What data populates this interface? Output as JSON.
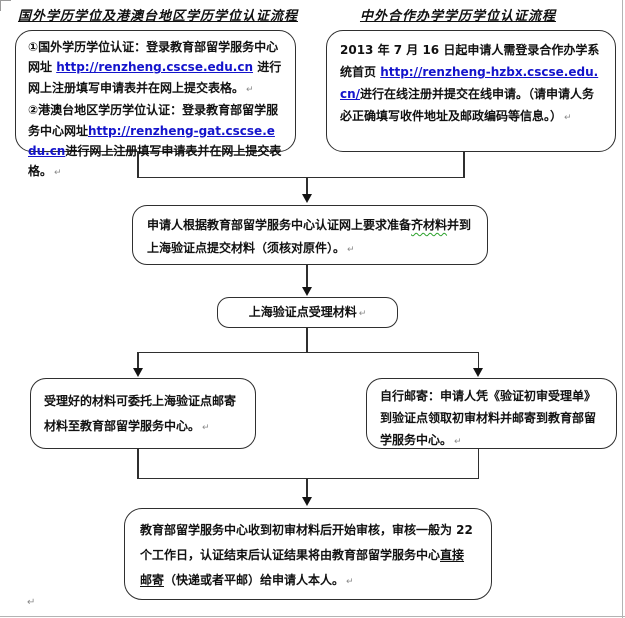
{
  "page": {
    "background": "#ffffff",
    "line_color": "#2f2f2f",
    "link_color": "#1414cc",
    "squiggle_color": "#2ba12b",
    "edge_color": "#b3b3b3",
    "paragraph_mark": "↵"
  },
  "titles": {
    "left": "国外学历学位及港澳台地区学历学位认证流程",
    "right": "中外合作办学学历学位认证流程"
  },
  "boxes": {
    "overseas": {
      "segments": [
        {
          "text": "①国外学历学位认证：登录教育部留学服务中心网址 ",
          "style": "plain"
        },
        {
          "text": "http://renzheng.cscse.edu.cn",
          "style": "link"
        },
        {
          "text": " 进行网上注册填写申请表并在网上提交表格。",
          "style": "plain"
        },
        {
          "text": "↵",
          "style": "pmark"
        },
        {
          "text": "",
          "style": "break"
        },
        {
          "text": "②港澳台地区学历学位认证：登录教育部留学服务中心网址",
          "style": "plain"
        },
        {
          "text": "http://renzheng-gat.cscse.edu.cn",
          "style": "link"
        },
        {
          "text": "进行网上注册填写申请表并在网上提交表格。",
          "style": "plain"
        },
        {
          "text": "↵",
          "style": "pmark"
        }
      ]
    },
    "joint": {
      "segments": [
        {
          "text": "2013 年 7 月 16 日起申请人需登录合作办学系统首页 ",
          "style": "plain"
        },
        {
          "text": "http://renzheng-hzbx.cscse.edu.cn/",
          "style": "link"
        },
        {
          "text": "进行在线注册并提交在线申请。（请申请人务必正确填写收件地址及邮政编码等信息。）",
          "style": "plain"
        },
        {
          "text": "↵",
          "style": "pmark"
        }
      ]
    },
    "prepare": {
      "segments": [
        {
          "text": "申请人根据教育部留学服务中心认证网上要求准备",
          "style": "plain"
        },
        {
          "text": "齐材料",
          "style": "squiggle"
        },
        {
          "text": "并到上海验证点提交材料（须核对原件）。",
          "style": "plain"
        },
        {
          "text": "↵",
          "style": "pmark"
        }
      ]
    },
    "accept": {
      "segments": [
        {
          "text": "上海验证点受理材料",
          "style": "plain"
        },
        {
          "text": "↵",
          "style": "pmark"
        }
      ]
    },
    "entrust": {
      "segments": [
        {
          "text": "受理好的材料可委托上海验证点邮寄材料至教育部留学服务中心。",
          "style": "plain"
        },
        {
          "text": "↵",
          "style": "pmark"
        }
      ]
    },
    "self_mail": {
      "segments": [
        {
          "text": "自行邮寄：申请人凭《验证初审受理单》到验证点领取初审材料并邮寄到教育部留学服务中心。",
          "style": "plain"
        },
        {
          "text": "↵",
          "style": "pmark"
        }
      ]
    },
    "review": {
      "segments": [
        {
          "text": "教育部留学服务中心收到初审材料后开始审核，审核一般为 22 个工作日，认证结束后认证结果将由教育部留学服务中心",
          "style": "plain"
        },
        {
          "text": "直接邮寄",
          "style": "underline"
        },
        {
          "text": "（快递或者平邮）给申请人本人。",
          "style": "plain"
        },
        {
          "text": "↵",
          "style": "pmark"
        }
      ]
    }
  }
}
